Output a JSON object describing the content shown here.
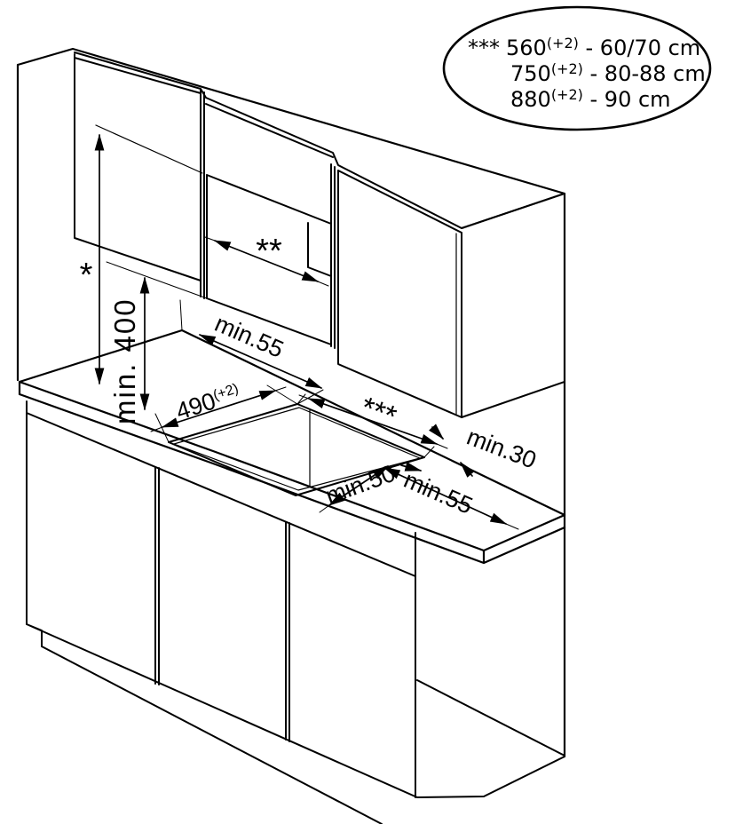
{
  "diagram": {
    "title_semantic": "hob-installation-clearances",
    "colors": {
      "line": "#000000",
      "background": "#ffffff"
    },
    "callout": {
      "lines": [
        {
          "prefix": "***",
          "value": "560",
          "tolerance": "(+2)",
          "suffix": " - 60/70 cm"
        },
        {
          "prefix": "",
          "value": "750",
          "tolerance": "(+2)",
          "suffix": " - 80-88 cm"
        },
        {
          "prefix": "",
          "value": "880",
          "tolerance": "(+2)",
          "suffix": " - 90 cm"
        }
      ]
    },
    "labels": {
      "height_star": "*",
      "hood_width_double_star": "**",
      "cutout_width_triple_star": "***",
      "min_height_above_worktop": "min. 400",
      "rear_clearance_upper": "min.55",
      "cutout_depth_value": "490",
      "cutout_depth_tolerance": "(+2)",
      "rear_gap": "min.30",
      "front_clearance": "min.50",
      "side_clearance_lower": "min.55"
    }
  }
}
